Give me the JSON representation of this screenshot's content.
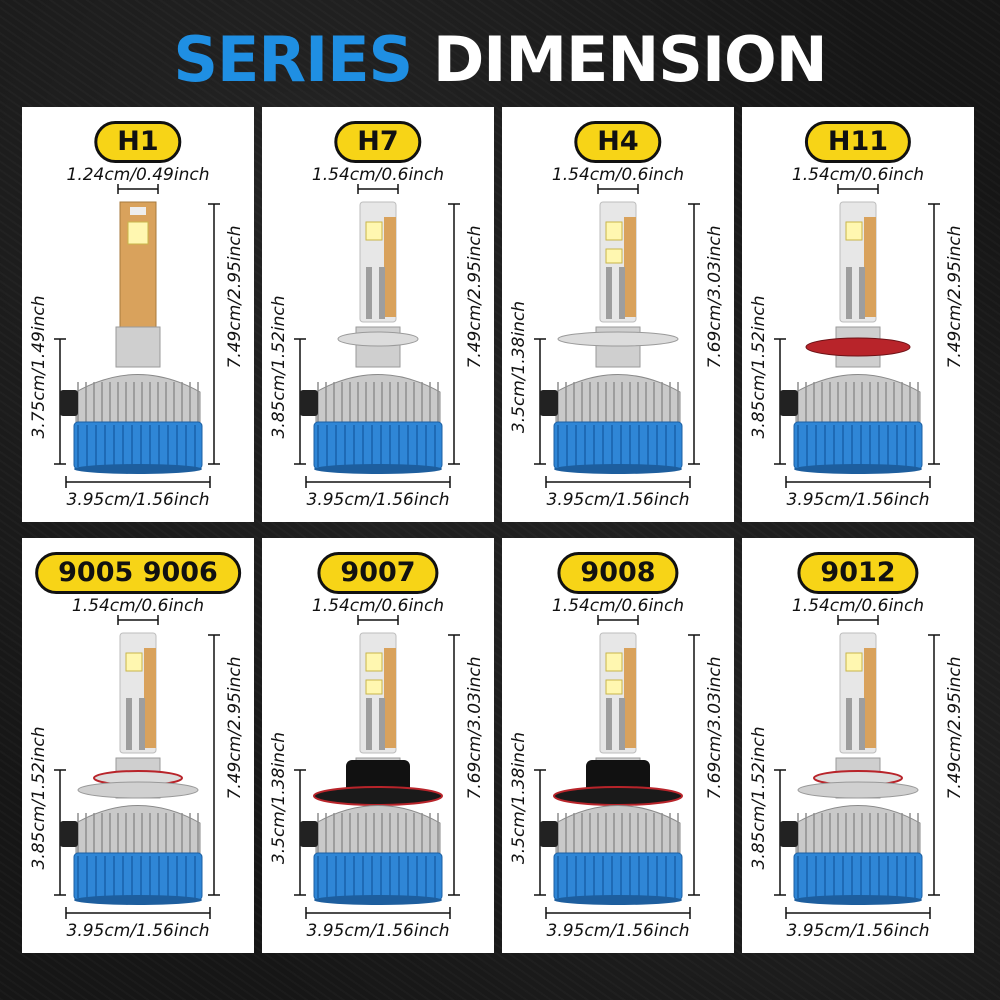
{
  "header": {
    "title_word1": "SERIES",
    "title_word2": "DIMENSION"
  },
  "colors": {
    "accent_blue": "#1f8fe3",
    "badge_yellow": "#f7d417",
    "base_blue": "#2f86d6",
    "card_bg": "#ffffff"
  },
  "cards": [
    {
      "model": "H1",
      "top": "1.24cm/0.49inch",
      "left": "3.75cm/1.49inch",
      "right": "7.49cm/2.95inch",
      "bottom": "3.95cm/1.56inch",
      "variant": "h1"
    },
    {
      "model": "H7",
      "top": "1.54cm/0.6inch",
      "left": "3.85cm/1.52inch",
      "right": "7.49cm/2.95inch",
      "bottom": "3.95cm/1.56inch",
      "variant": "h7"
    },
    {
      "model": "H4",
      "top": "1.54cm/0.6inch",
      "left": "3.5cm/1.38inch",
      "right": "7.69cm/3.03inch",
      "bottom": "3.95cm/1.56inch",
      "variant": "h4"
    },
    {
      "model": "H11",
      "top": "1.54cm/0.6inch",
      "left": "3.85cm/1.52inch",
      "right": "7.49cm/2.95inch",
      "bottom": "3.95cm/1.56inch",
      "variant": "h11"
    },
    {
      "model": "9005 9006",
      "top": "1.54cm/0.6inch",
      "left": "3.85cm/1.52inch",
      "right": "7.49cm/2.95inch",
      "bottom": "3.95cm/1.56inch",
      "variant": "9005"
    },
    {
      "model": "9007",
      "top": "1.54cm/0.6inch",
      "left": "3.5cm/1.38inch",
      "right": "7.69cm/3.03inch",
      "bottom": "3.95cm/1.56inch",
      "variant": "9007"
    },
    {
      "model": "9008",
      "top": "1.54cm/0.6inch",
      "left": "3.5cm/1.38inch",
      "right": "7.69cm/3.03inch",
      "bottom": "3.95cm/1.56inch",
      "variant": "9008"
    },
    {
      "model": "9012",
      "top": "1.54cm/0.6inch",
      "left": "3.85cm/1.52inch",
      "right": "7.49cm/2.95inch",
      "bottom": "3.95cm/1.56inch",
      "variant": "9012"
    }
  ]
}
